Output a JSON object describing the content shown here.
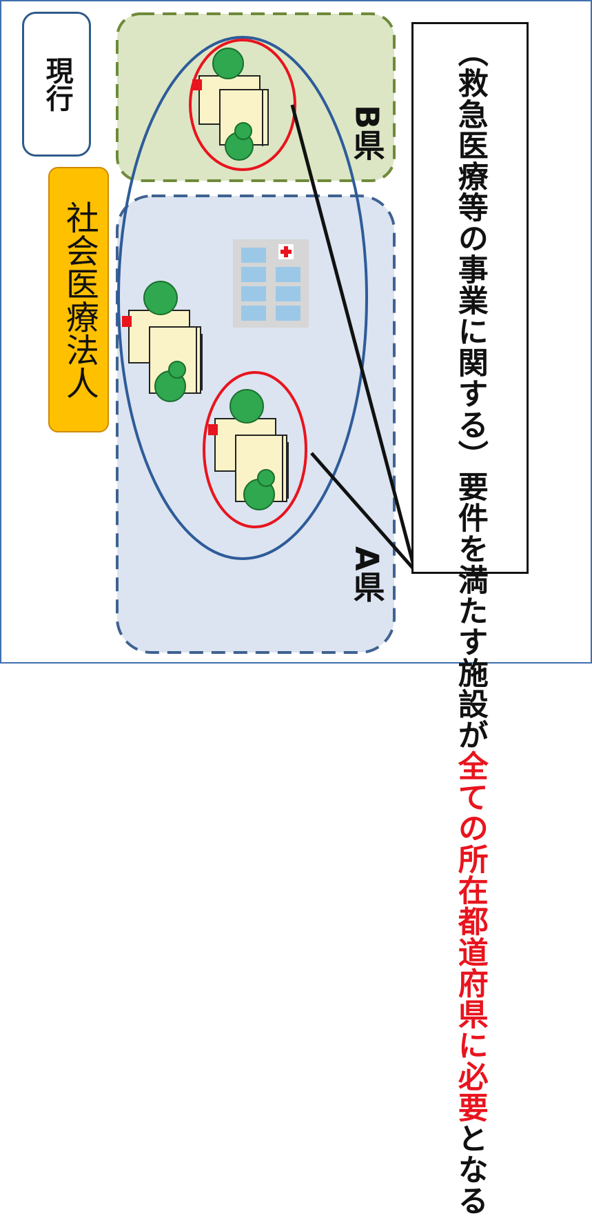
{
  "labels": {
    "current": "現行",
    "corporation": "社会医療法人",
    "prefecture_b": "B県",
    "prefecture_a": "A県"
  },
  "callout": {
    "part1": "（救急医療等の事業に関する）要件を満たす施設が",
    "part2_red": "全ての所在都道府県に必要",
    "part3": "となる"
  },
  "colors": {
    "prefecture_a_fill": "#dbe4f0",
    "prefecture_b_fill": "#dce6c4",
    "corporation_badge": "#ffc000",
    "highlight_red": "#e8141e",
    "corporation_outline": "#2e5b9a"
  }
}
